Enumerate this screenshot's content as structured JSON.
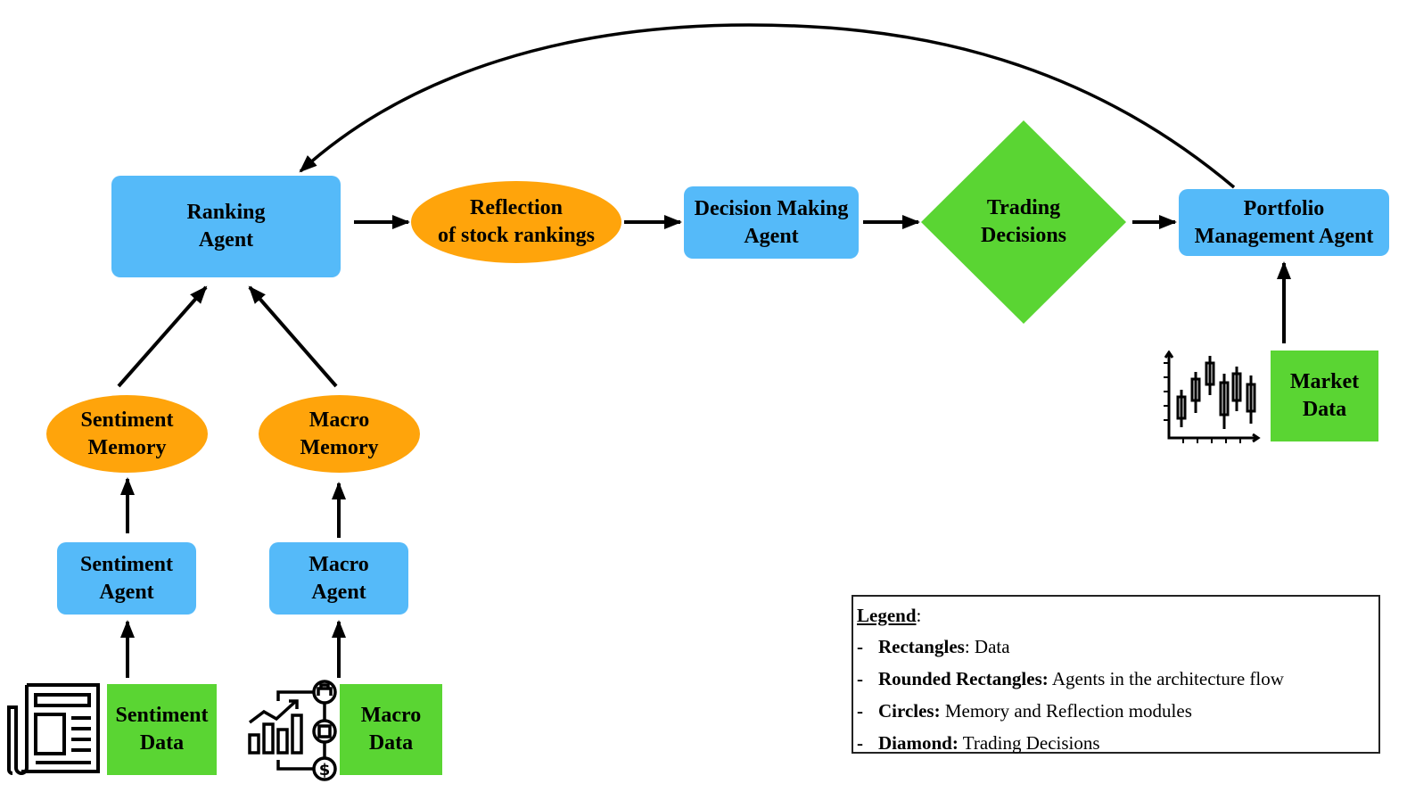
{
  "agents": {
    "ranking": [
      "Ranking",
      "Agent"
    ],
    "decision": [
      "Decision Making",
      "Agent"
    ],
    "portfolio": [
      "Portfolio",
      "Management Agent"
    ],
    "sentiment": [
      "Sentiment",
      "Agent"
    ],
    "macro": [
      "Macro",
      "Agent"
    ]
  },
  "memory": {
    "reflection": [
      "Reflection",
      "of stock rankings"
    ],
    "sentiment": [
      "Sentiment",
      "Memory"
    ],
    "macro": [
      "Macro",
      "Memory"
    ]
  },
  "decision_node": [
    "Trading",
    "Decisions"
  ],
  "data_sources": {
    "sentiment": [
      "Sentiment",
      "Data"
    ],
    "macro": [
      "Macro",
      "Data"
    ],
    "market": [
      "Market",
      "Data"
    ]
  },
  "icons": {
    "sentiment": "newspaper-icon",
    "macro": "finance-flow-icon",
    "market": "candlestick-chart-icon"
  },
  "legend": {
    "title": "Legend",
    "title_suffix": ":",
    "dash": "-",
    "items": [
      {
        "term": "Rectangles",
        "sep": ":",
        "desc": " Data"
      },
      {
        "term": "Rounded Rectangles:",
        "sep": "",
        "desc": " Agents in the architecture flow"
      },
      {
        "term": "Circles:",
        "sep": "",
        "desc": " Memory and Reflection modules"
      },
      {
        "term": "Diamond:",
        "sep": "",
        "desc": " Trading Decisions"
      }
    ]
  },
  "colors": {
    "agent": "#55baf9",
    "memory": "#ffa40b",
    "data": "#5ad533",
    "arrow": "#000000"
  }
}
